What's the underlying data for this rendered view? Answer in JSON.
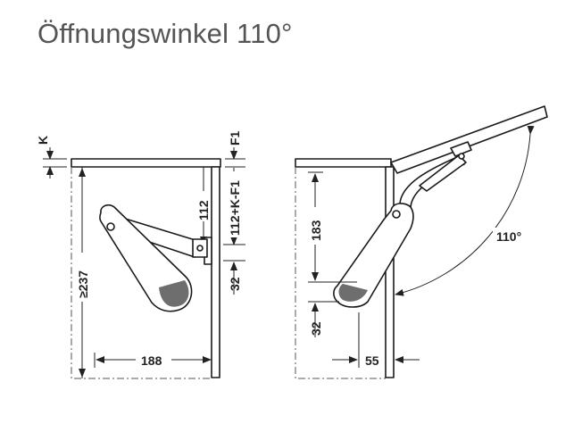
{
  "title": "Öffnungswinkel 110°",
  "dimensions": {
    "left_view": {
      "k": "K",
      "min_height": "≥237",
      "width": "188",
      "mount_top": "112",
      "mount_formula": "112+K-F1",
      "f1": "F1",
      "bottom_offset": "32"
    },
    "right_view": {
      "height": "183",
      "bottom_offset": "32",
      "depth": "55",
      "angle": "110°"
    }
  }
}
